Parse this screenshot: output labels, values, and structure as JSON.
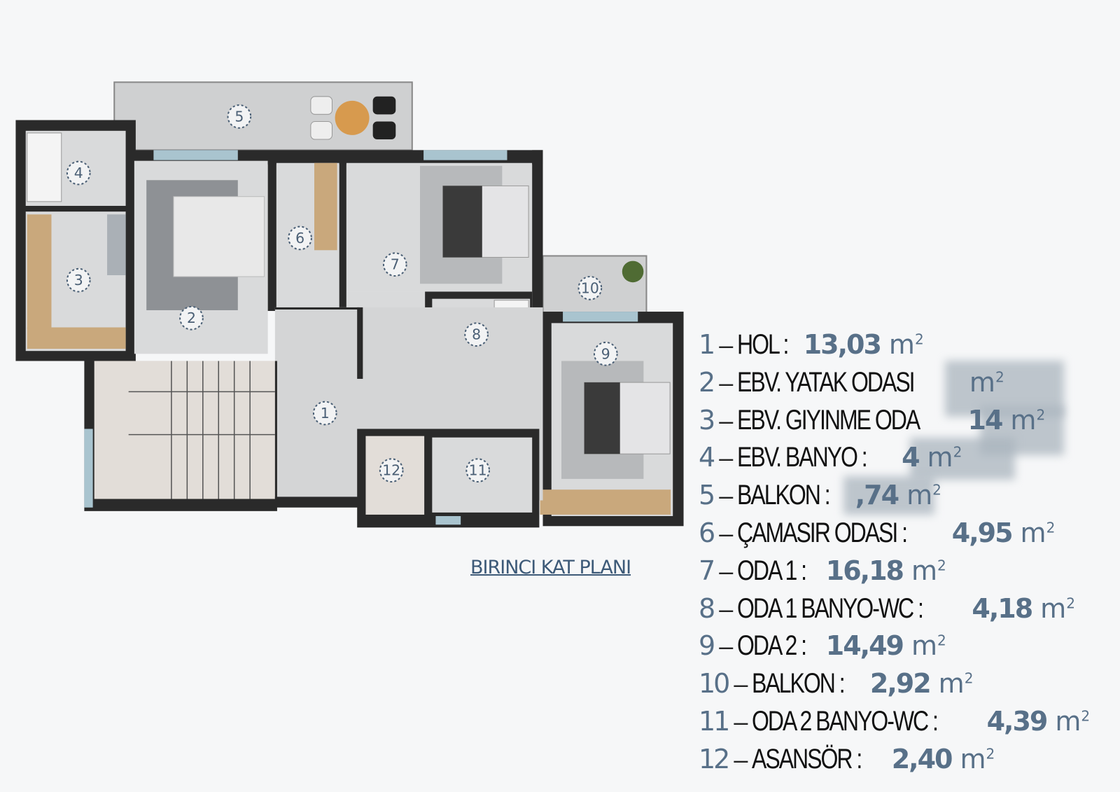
{
  "plan_title": "BIRINCI KAT PLANI",
  "unit_label": "m",
  "unit_power": "2",
  "colors": {
    "wall": "#2a2a2a",
    "floor": "#d9dadb",
    "balcony": "#cfd0d1",
    "accent": "#587088",
    "title": "#3d5a78",
    "window": "#a9c4cf"
  },
  "room_markers": [
    "1",
    "2",
    "3",
    "4",
    "5",
    "6",
    "7",
    "8",
    "9",
    "10",
    "11",
    "12"
  ],
  "rooms": [
    {
      "no": "1",
      "name": "HOL :",
      "area": "13,03"
    },
    {
      "no": "2",
      "name": "EBV. YATAK ODASI",
      "area": ""
    },
    {
      "no": "3",
      "name": "EBV. GIYINME ODA",
      "area": "14"
    },
    {
      "no": "4",
      "name": "EBV. BANYO :",
      "area": "4"
    },
    {
      "no": "5",
      "name": "BALKON :",
      "area": ",74"
    },
    {
      "no": "6",
      "name": "ÇAMASIR ODASI :",
      "area": "4,95"
    },
    {
      "no": "7",
      "name": "ODA 1 :",
      "area": "16,18"
    },
    {
      "no": "8",
      "name": "ODA 1 BANYO-WC :",
      "area": "4,18"
    },
    {
      "no": "9",
      "name": "ODA 2 :",
      "area": "14,49"
    },
    {
      "no": "10",
      "name": "BALKON :",
      "area": "2,92"
    },
    {
      "no": "11",
      "name": "ODA 2 BANYO-WC :",
      "area": "4,39"
    },
    {
      "no": "12",
      "name": "ASANSÖR :",
      "area": "2,40"
    }
  ]
}
